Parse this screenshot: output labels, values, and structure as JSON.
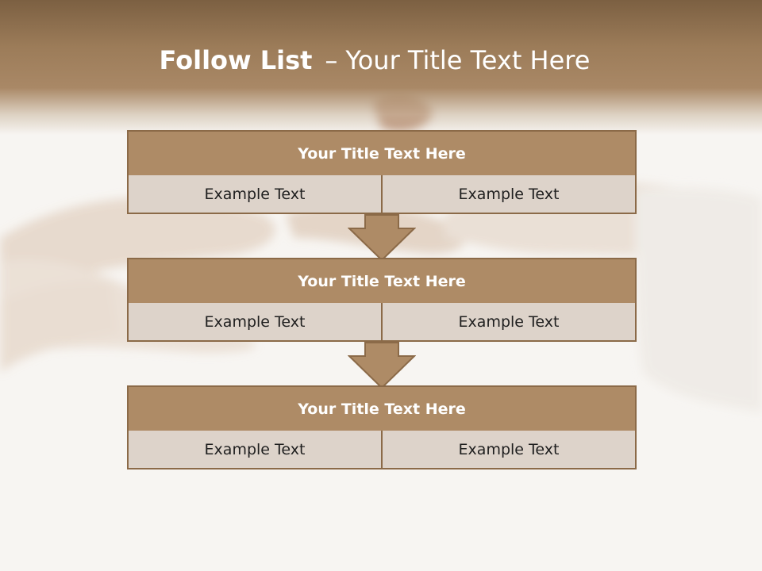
{
  "slide": {
    "title_bold": "Follow List",
    "title_dash": "–",
    "title_rest": "Your Title Text Here"
  },
  "steps": [
    {
      "title": "Your Title Text Here",
      "left": "Example Text",
      "right": "Example Text"
    },
    {
      "title": "Your Title Text Here",
      "left": "Example Text",
      "right": "Example Text"
    },
    {
      "title": "Your Title Text Here",
      "left": "Example Text",
      "right": "Example Text"
    }
  ],
  "colors": {
    "header": "#9c7c59",
    "box_title": "#ae8b66",
    "box_cell": "#ddd3ca",
    "border": "#8b6a48"
  }
}
